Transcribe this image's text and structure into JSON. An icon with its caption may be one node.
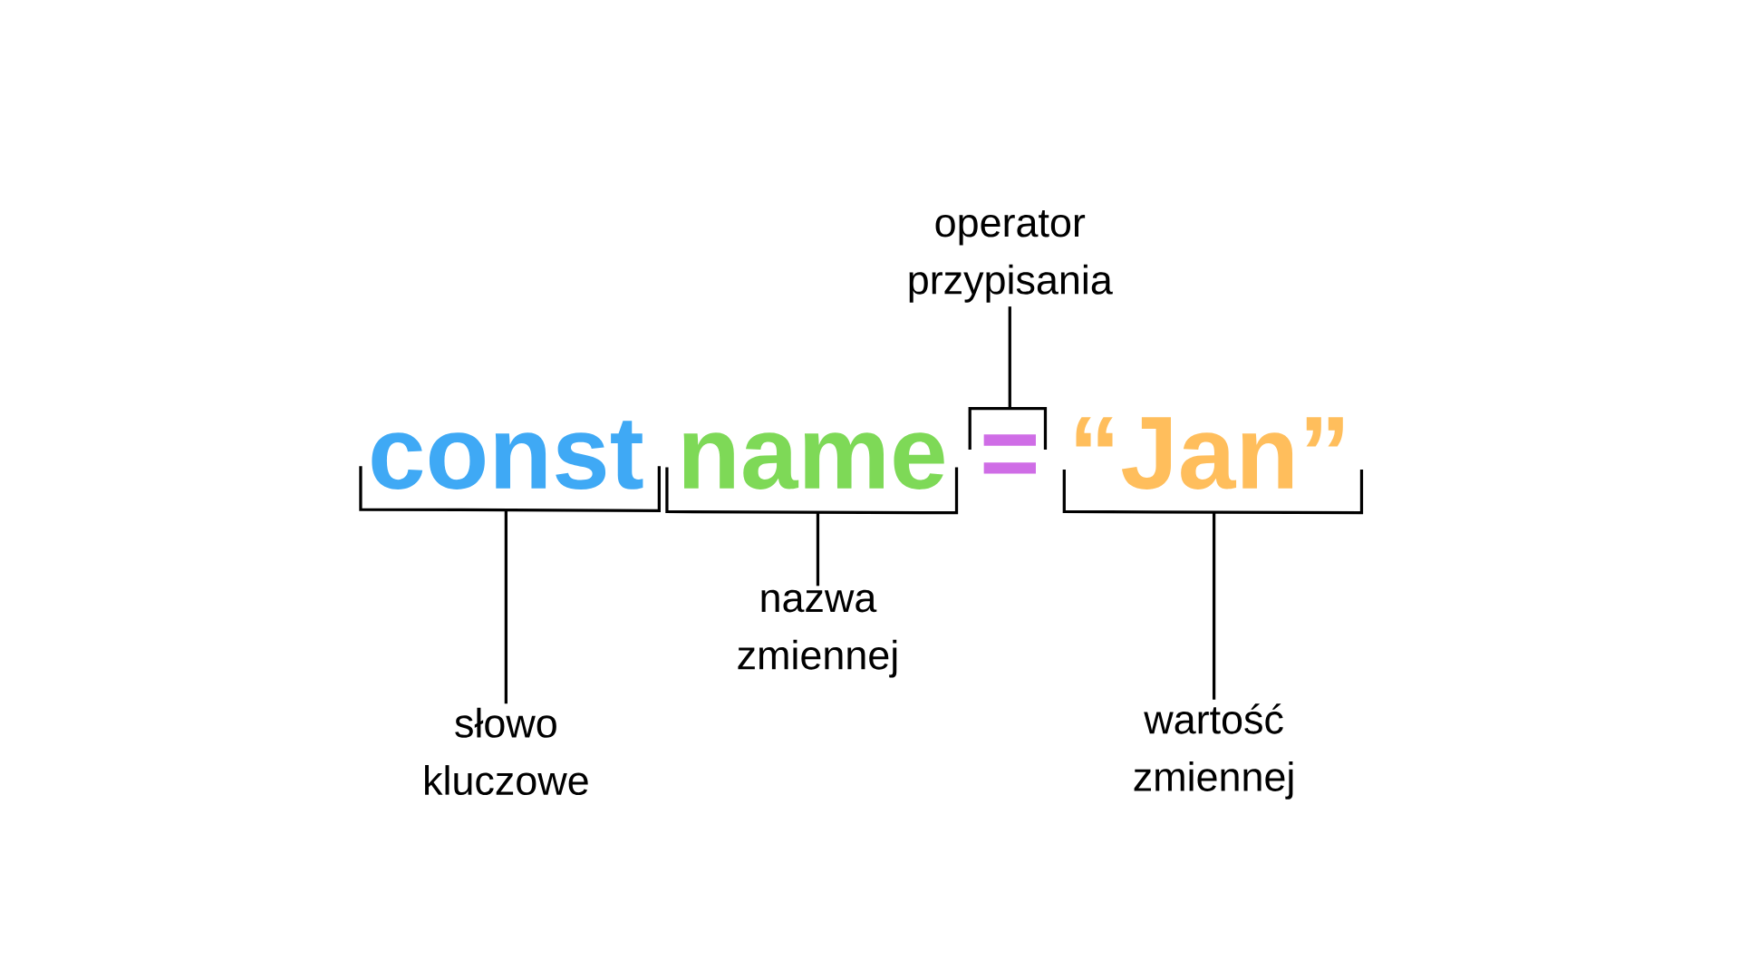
{
  "diagram": {
    "nodes": [
      {
        "text": [
          "operator przypisania"
        ]
      },
      {
        "text": [
          "const"
        ]
      },
      {
        "text": [
          "name"
        ]
      },
      {
        "text": [
          "="
        ]
      },
      {
        "text": [
          "“Jan”"
        ]
      },
      {
        "text": [
          "nazwa zmiennej"
        ]
      },
      {
        "text": [
          "słowo kluczowe"
        ]
      },
      {
        "text": [
          "wartość zmiennej"
        ]
      }
    ],
    "edges": [
      {
        "from": 0,
        "to": 3,
        "arrow": "none"
      },
      {
        "from": 6,
        "to": 1,
        "arrow": "none"
      },
      {
        "from": 5,
        "to": 2,
        "arrow": "none"
      },
      {
        "from": 7,
        "to": 4,
        "arrow": "none"
      }
    ]
  }
}
